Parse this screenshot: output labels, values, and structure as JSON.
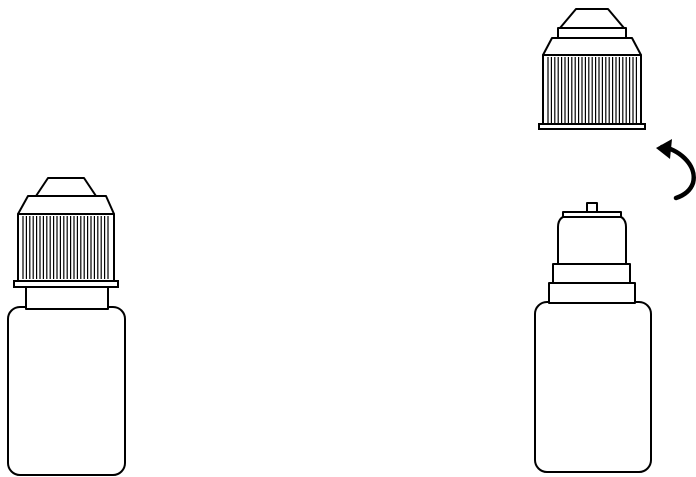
{
  "figure": {
    "background_color": "#ffffff",
    "line_color": "#000000",
    "items": [
      {
        "name": "closed-dropper-bottle",
        "state": "cap on"
      },
      {
        "name": "unscrewed-cap",
        "state": "removed"
      },
      {
        "name": "open-dropper-bottle",
        "state": "cap off, dropper tip exposed"
      },
      {
        "name": "counterclockwise-rotation-arrow",
        "icon": "rotate-ccw-icon"
      }
    ]
  }
}
